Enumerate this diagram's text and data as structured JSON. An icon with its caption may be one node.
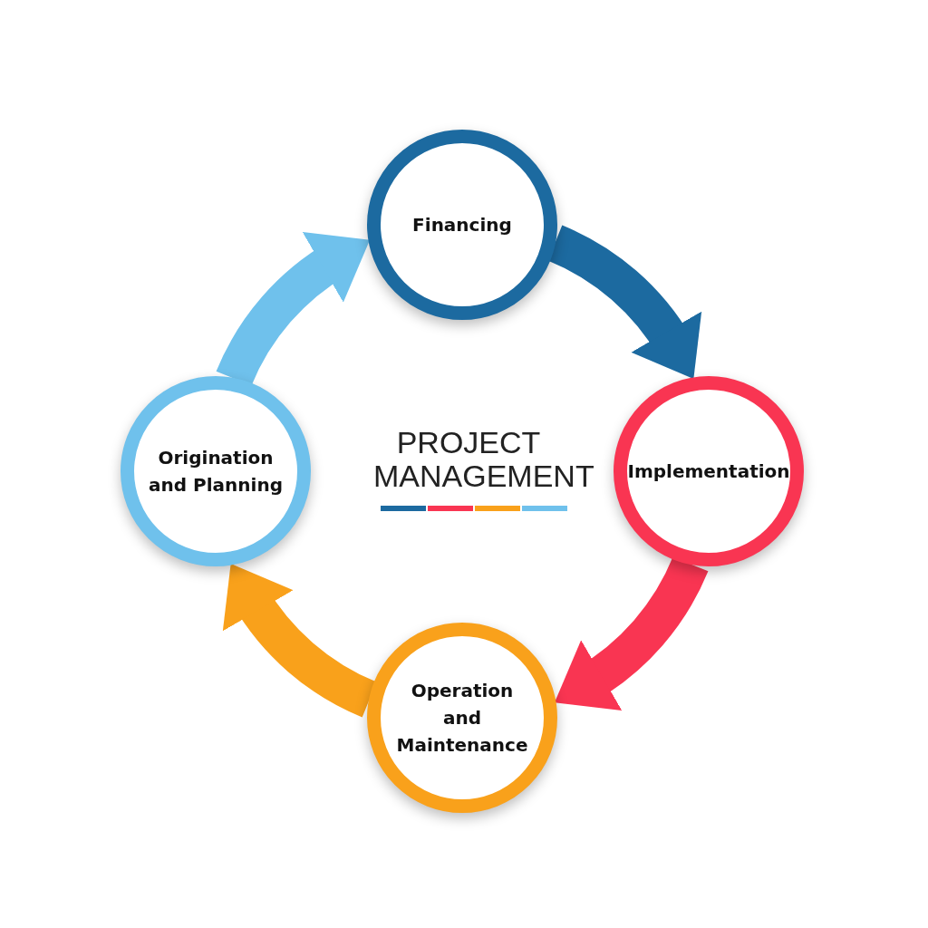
{
  "diagram": {
    "title": "PROJECT MANAGEMENT",
    "nodes": [
      {
        "text": [
          "Financing"
        ]
      },
      {
        "text": [
          "Implementation"
        ]
      },
      {
        "text": [
          "Operation and Maintenance"
        ]
      },
      {
        "text": [
          "Origination and Planning"
        ]
      }
    ],
    "edges": [
      {
        "from": 0,
        "to": 1,
        "arrow": "to",
        "color": "#1c6aa0"
      },
      {
        "from": 1,
        "to": 2,
        "arrow": "to",
        "color": "#f93552"
      },
      {
        "from": 2,
        "to": 3,
        "arrow": "to",
        "color": "#f9a11b"
      },
      {
        "from": 3,
        "to": 0,
        "arrow": "to",
        "color": "#6fc1ec"
      }
    ]
  }
}
